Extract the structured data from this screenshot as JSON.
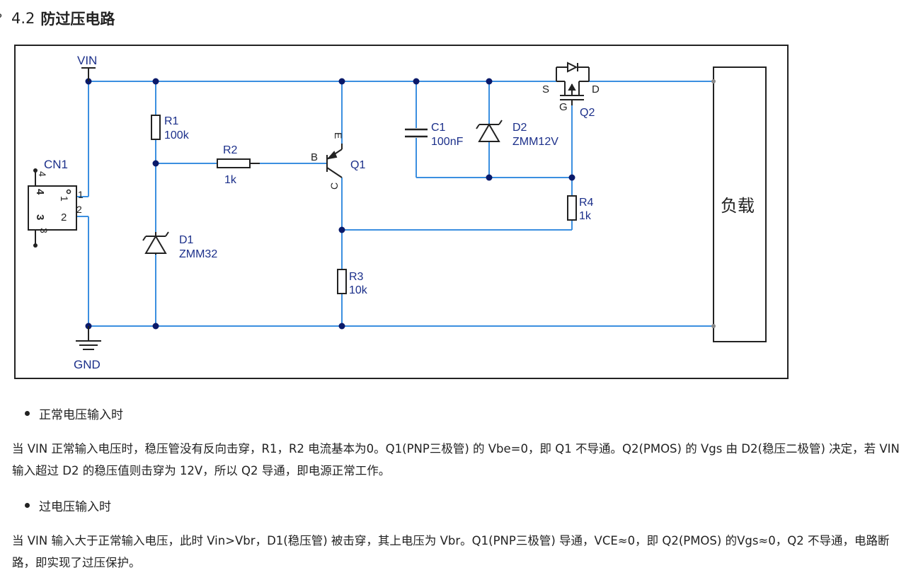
{
  "heading": {
    "anchor_icon": "link-icon",
    "number": "4.2",
    "title": "防过压电路"
  },
  "diagram": {
    "labels": {
      "vin": "VIN",
      "gnd": "GND",
      "cn1": "CN1",
      "pin4": "4",
      "pin3": "3",
      "pin1": "1",
      "pin2": "2",
      "pin4b": "4",
      "pin3b": "3",
      "pin1b": "1",
      "pin2b": "2",
      "r1": "R1",
      "r1_val": "100k",
      "r2": "R2",
      "r2_val": "1k",
      "d1": "D1",
      "d1_val": "ZMM32",
      "q1": "Q1",
      "q1_b": "B",
      "q1_c": "C",
      "q1_e": "E",
      "r3": "R3",
      "r3_val": "10k",
      "c1": "C1",
      "c1_val": "100nF",
      "d2": "D2",
      "d2_val": "ZMM12V",
      "q2": "Q2",
      "q2_s": "S",
      "q2_d": "D",
      "q2_g": "G",
      "r4": "R4",
      "r4_val": "1k",
      "load": "负载"
    },
    "colors": {
      "wire": "#3b8fe0",
      "component": "#000000",
      "label": "#1b2f8a",
      "junction": "#0a1a6a"
    }
  },
  "sections": [
    {
      "bullet": "正常电压输入时",
      "text": "当 VIN 正常输入电压时，稳压管没有反向击穿，R1，R2 电流基本为0。Q1(PNP三极管) 的 Vbe=0，即 Q1 不导通。Q2(PMOS) 的 Vgs 由 D2(稳压二极管) 决定，若 VIN 输入超过 D2 的稳压值则击穿为 12V，所以 Q2 导通，即电源正常工作。"
    },
    {
      "bullet": "过电压输入时",
      "text": "当 VIN 输入大于正常输入电压，此时 Vin>Vbr，D1(稳压管) 被击穿，其上电压为 Vbr。Q1(PNP三极管) 导通，VCE≈0，即 Q2(PMOS) 的Vgs≈0，Q2 不导通，电路断路，即实现了过压保护。"
    }
  ]
}
